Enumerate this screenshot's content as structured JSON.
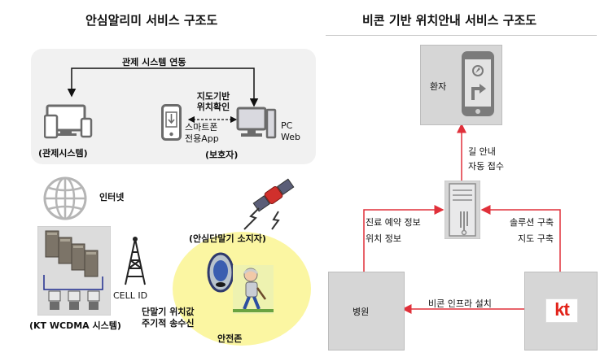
{
  "left": {
    "title": "안심알리미 서비스 구조도",
    "control_link": "관제 시스템 연동",
    "map_check_1": "지도기반",
    "map_check_2": "위치확인",
    "control_system": "(관제시스템)",
    "smartphone_1": "스마트폰",
    "smartphone_2": "전용App",
    "pc_1": "PC",
    "pc_2": "Web",
    "guardian": "(보호자)",
    "internet": "인터넷",
    "safe_terminal": "(안심단말기 소지자)",
    "cell_id": "CELL ID",
    "position_1": "단말기 위치값",
    "position_2": "주기적 송수신",
    "kt_wcdma": "(KT WCDMA 시스템)",
    "safe_zone": "안전존"
  },
  "right": {
    "title": "비콘 기반 위치안내 서비스 구조도",
    "patient": "환자",
    "route_1": "길 안내",
    "route_2": "자동 접수",
    "reserve_1": "진료 예약 정보",
    "reserve_2": "위치 정보",
    "solution_1": "솔루션 구축",
    "solution_2": "지도 구축",
    "hospital": "병원",
    "infra": "비콘 인프라 설치",
    "kt_logo": "kt"
  },
  "colors": {
    "arrow_red": "#e0303a",
    "kt_red": "#e2231a",
    "panel_gray": "#f1f1f1",
    "zone_yellow": "#fbf6a2",
    "box_gray": "#d6d6d6"
  }
}
